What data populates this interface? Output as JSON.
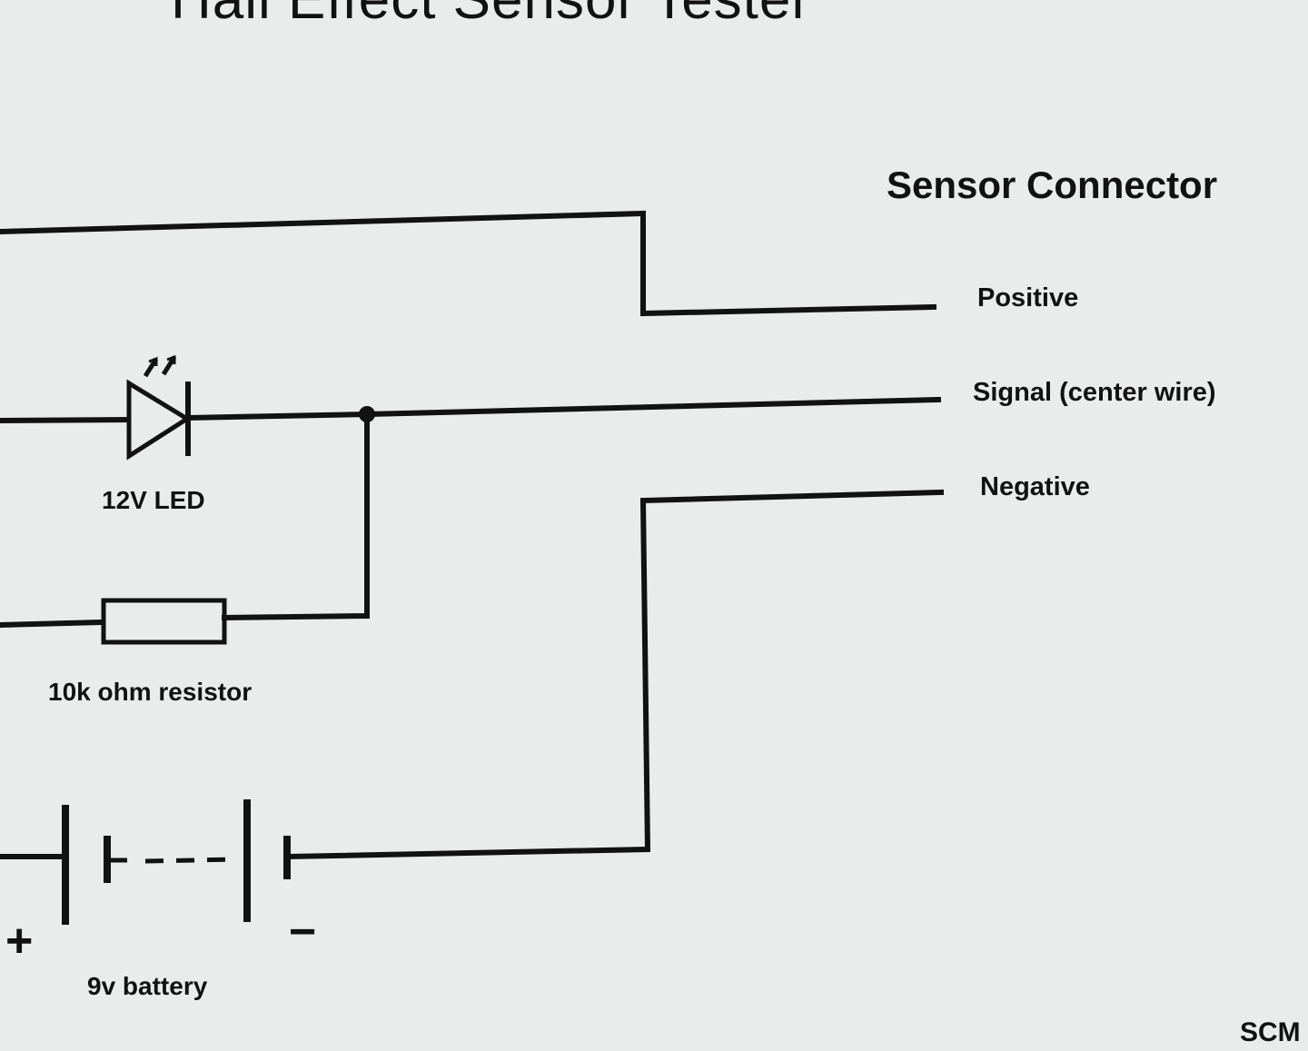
{
  "diagram": {
    "title": "Hall Effect Sensor Tester",
    "connector_heading": "Sensor Connector",
    "pins": {
      "positive": "Positive",
      "signal": "Signal (center wire)",
      "negative": "Negative"
    },
    "components": {
      "led": "12V LED",
      "resistor": "10k ohm resistor",
      "battery": "9v battery"
    },
    "polarity": {
      "plus": "+",
      "minus": "−"
    },
    "author": "SCM"
  },
  "colors": {
    "paper": "#e9ecea",
    "ink": "#121212"
  }
}
